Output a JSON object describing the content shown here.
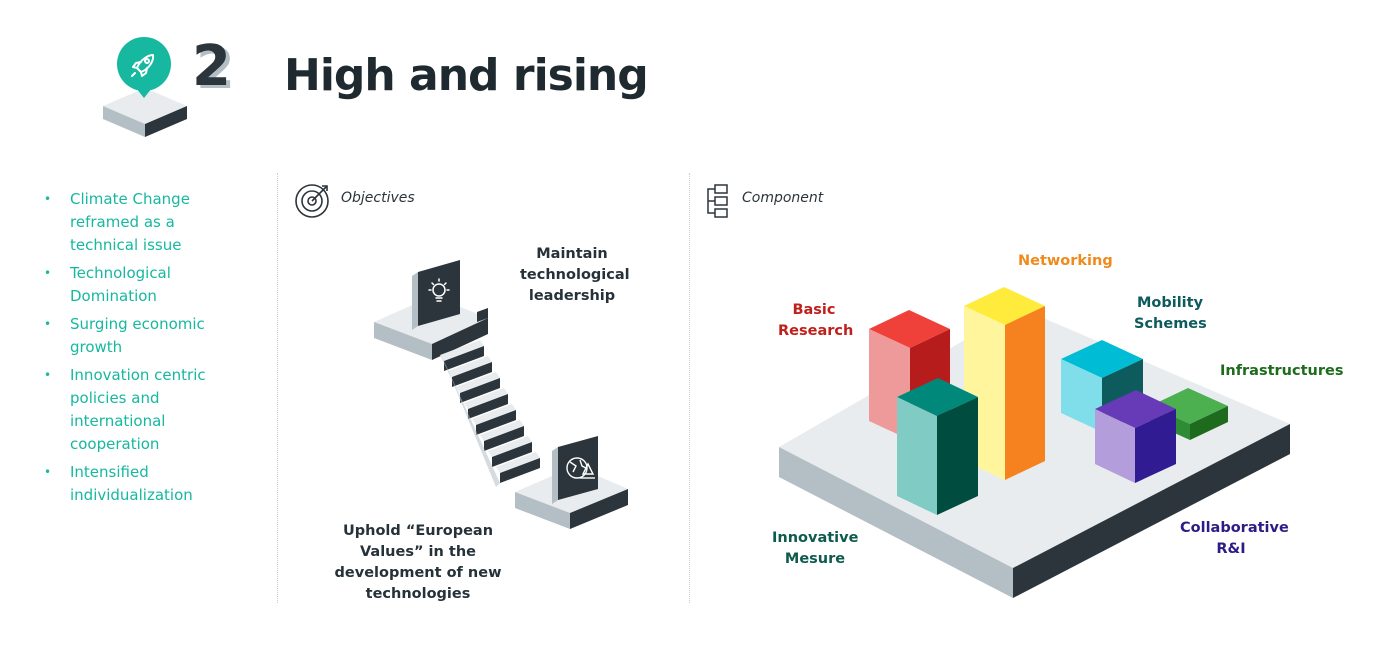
{
  "header": {
    "title": "High and rising",
    "scenario_number": "2",
    "badge_icon": "rocket-icon",
    "accent_color": "#16b8a0"
  },
  "drivers": {
    "items": [
      "Climate Change reframed as a technical issue",
      "Technological Domination",
      "Surging economic growth",
      "Innovation centric policies and international cooperation",
      "Intensified individualization"
    ]
  },
  "objectives": {
    "label": "Objectives",
    "icon": "target-icon",
    "top_text": "Maintain technological leadership",
    "bottom_text": "Uphold “European Values” in the development of new technologies",
    "top_icon": "lightbulb-icon",
    "bottom_icon": "globe-scales-icon"
  },
  "component": {
    "label": "Component",
    "icon": "hierarchy-icon",
    "labels": {
      "basic_research": "Basic Research",
      "networking": "Networking",
      "mobility_schemes": "Mobility Schemes",
      "infrastructures": "Infrastructures",
      "innovative_mesure": "Innovative Mesure",
      "collaborative": "Collaborative R&I"
    },
    "colors": {
      "basic_research": "#c0201c",
      "networking": "#f08a1c",
      "mobility_schemes": "#0e5b5e",
      "infrastructures": "#1e6b1e",
      "innovative_mesure": "#0e5b4e",
      "collaborative": "#2d1c86"
    }
  }
}
